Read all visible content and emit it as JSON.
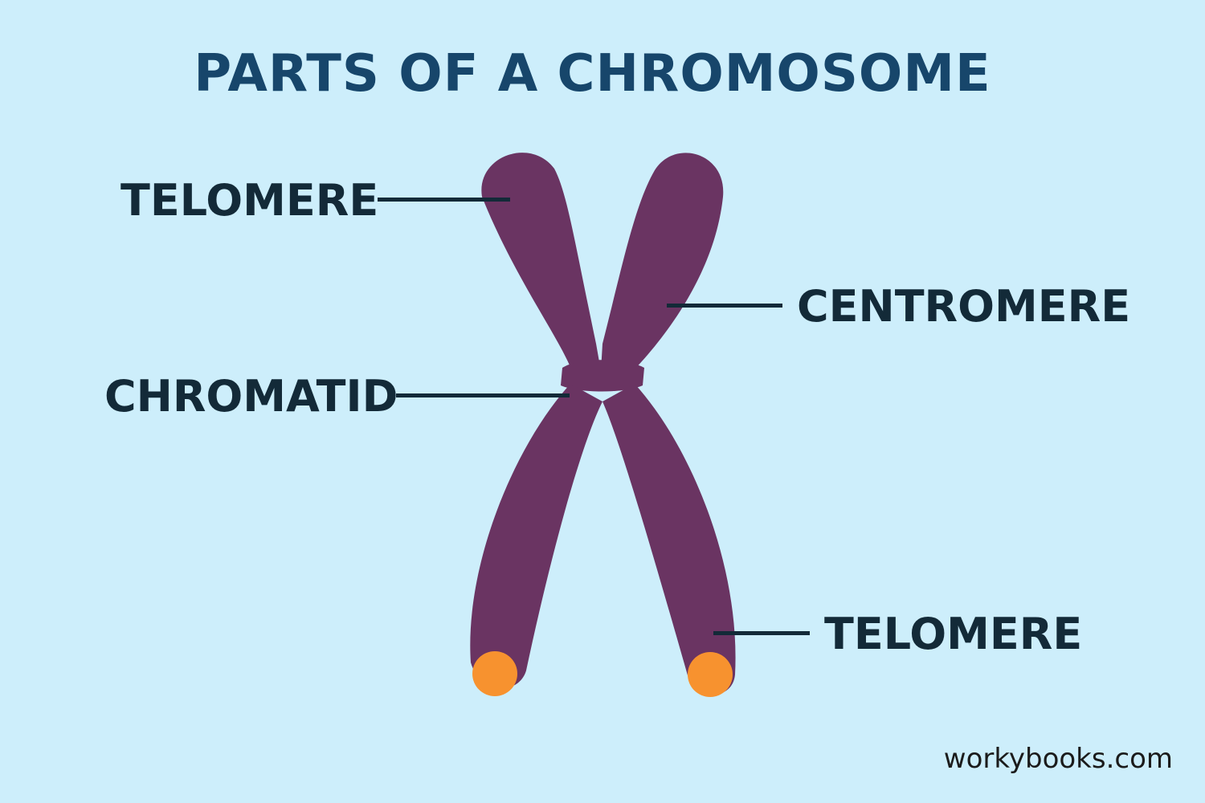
{
  "title": "PARTS OF A CHROMOSOME",
  "labels": {
    "telomere_top": "TELOMERE",
    "centromere": "CENTROMERE",
    "chromatid": "CHROMATID",
    "telomere_bottom": "TELOMERE"
  },
  "footer": "workybooks.com",
  "colors": {
    "background": "#cdeefb",
    "chromosome": "#6a3462",
    "telomere_tip": "#f7922f",
    "title": "#17466b",
    "label": "#132a38"
  }
}
